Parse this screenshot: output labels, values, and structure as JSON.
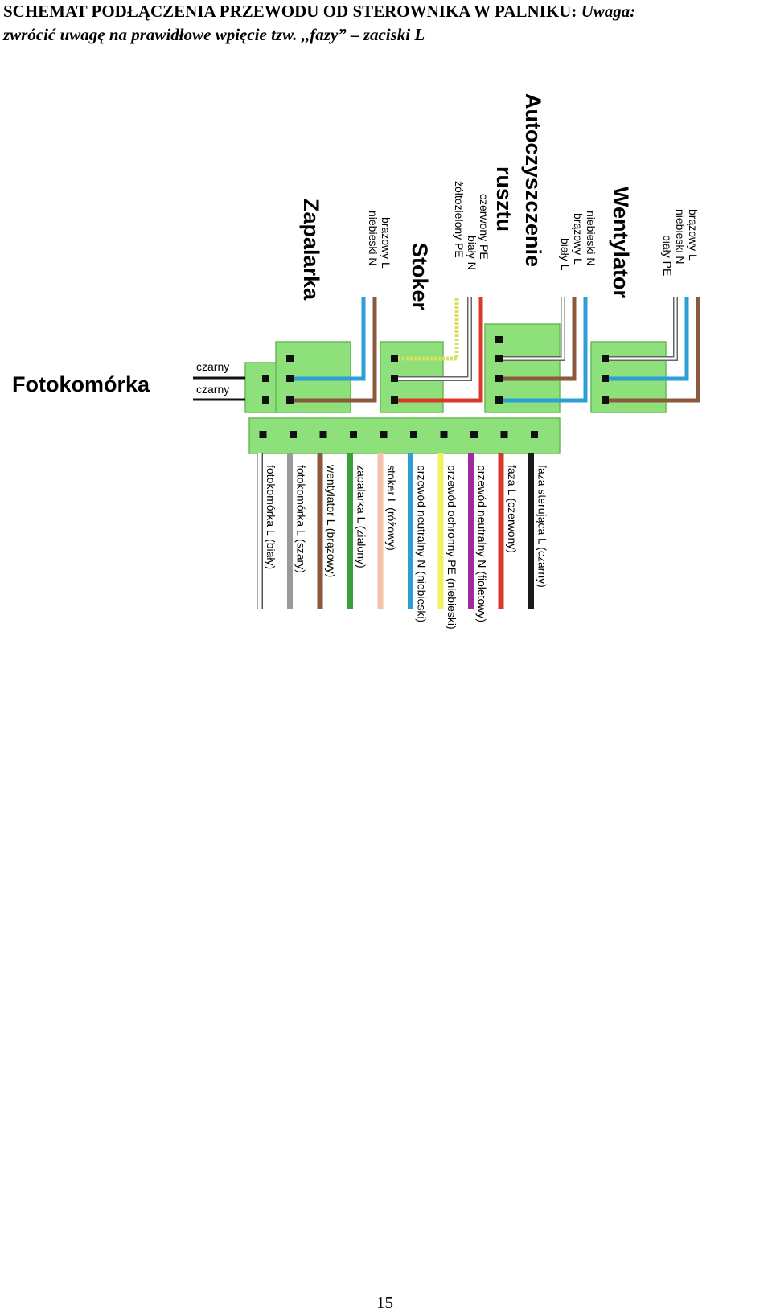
{
  "heading": {
    "title": "SCHEMAT PODŁĄCZENIA PRZEWODU OD STEROWNIKA W PALNIKU:",
    "note_line1": "Uwaga:",
    "note_line2": "zwrócić uwagę na prawidłowe wpięcie tzw. ,,fazy” – zaciski L"
  },
  "diagram": {
    "fotokomorka": {
      "title": "Fotokomórka",
      "wires": [
        "czarny",
        "czarny"
      ]
    },
    "devices": [
      {
        "id": "zapalarka",
        "title": [
          "Zapalarka"
        ],
        "wires": [
          "brązowy L",
          "niebieski N"
        ]
      },
      {
        "id": "stoker",
        "title": [
          "Stoker"
        ],
        "wires": [
          "czerwony PE",
          "biały N",
          "żółtozielony PE"
        ]
      },
      {
        "id": "autoczyszczenie",
        "title": [
          "Autoczyszczenie",
          "rusztu"
        ],
        "wires": [
          "niebieski N",
          "brązowy L",
          "biały L"
        ]
      },
      {
        "id": "wentylator",
        "title": [
          "Wentylator"
        ],
        "wires": [
          "brązowy L",
          "niebieski N",
          "biały PE"
        ]
      }
    ],
    "main_wires": [
      {
        "label": "fotokomórka L (biały)",
        "color": "#ffffff"
      },
      {
        "label": "fotokomórka L (szary)",
        "color": "#9a9a9a"
      },
      {
        "label": "wentylator L (brązowy)",
        "color": "#8b5a3c"
      },
      {
        "label": "zapalarka L (zialony)",
        "color": "#3ca03c"
      },
      {
        "label": "stoker L (różowy)",
        "color": "#f2c2aa"
      },
      {
        "label": "przewód neutralny N (niebieski)",
        "color": "#2b9fd6"
      },
      {
        "label": "przewód ochronny PE (niebieski)",
        "color": "#f0f060"
      },
      {
        "label": "przewód neutralny N (fioletowy)",
        "color": "#a02aa0"
      },
      {
        "label": "faza L (czerwony)",
        "color": "#d83a2a"
      },
      {
        "label": "faza sterująca L (czarny)",
        "color": "#1a1a1a"
      }
    ],
    "colors": {
      "connector": "#8ee07a",
      "connector_border": "#6ab85a",
      "pin": "#111111"
    }
  },
  "page_number": "15"
}
